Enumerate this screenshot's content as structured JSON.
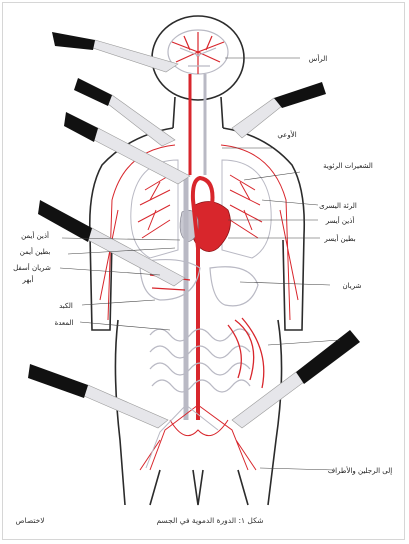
{
  "diagram": {
    "labels": {
      "head": "الرأس",
      "neck": "الأوعي",
      "pulmonary_vessels": "الشعيرات الرئوية",
      "left_lung": "الرئة اليسرى",
      "left_atrium": "أذين أيسر",
      "left_ventricle": "بطين أيسر",
      "right_atrium": "أذين أيمن",
      "right_ventricle": "بطين أيمن",
      "inferior_vena_cava": "شريان أسفل",
      "aorta": "أبهر",
      "arteries": "شريان",
      "liver": "الكبد",
      "stomach": "المعدة",
      "lower_limbs": "إلى الرجلين والأطراف"
    },
    "caption": "شكل ١: الدورة الدموية في الجسم",
    "corner_note": "لاختصاص",
    "colors": {
      "arteries": "#d8262c",
      "veins": "#b9b9c4",
      "outline": "#2b2b2b",
      "knife_handle": "#111111",
      "knife_blade": "#e6e6ea"
    }
  }
}
